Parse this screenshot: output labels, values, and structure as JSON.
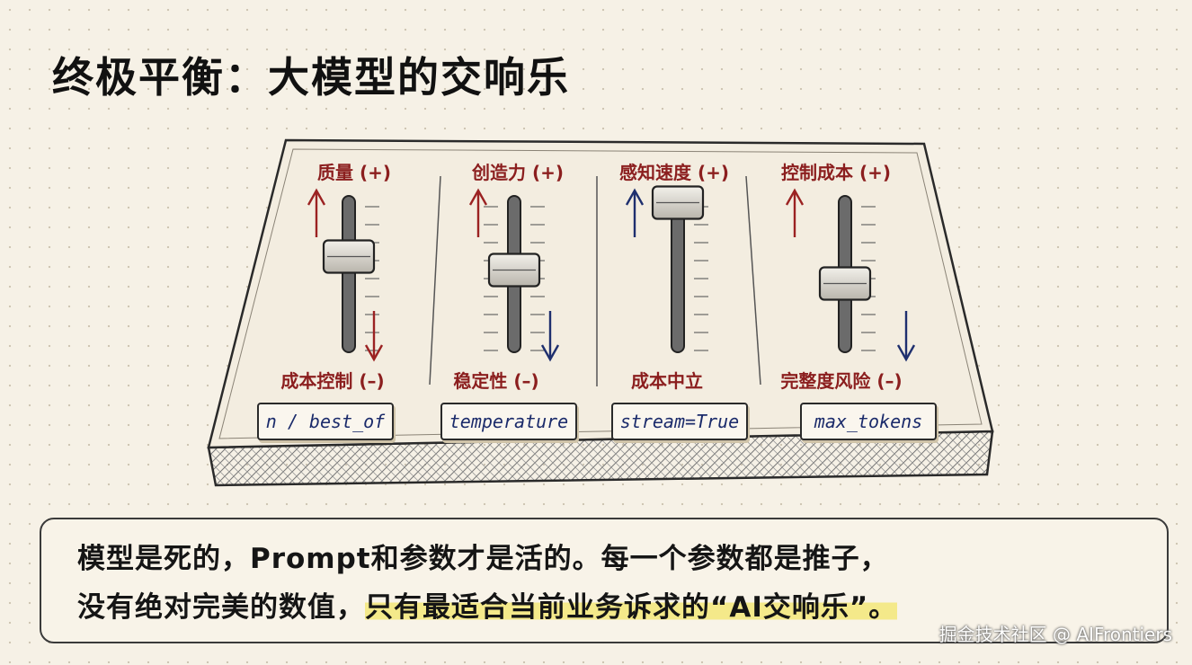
{
  "title": "终极平衡：大模型的交响乐",
  "sliders": [
    {
      "top_label": "质量 (+)",
      "bottom_label": "成本控制 (–)",
      "param": "n / best_of",
      "level": 0.55
    },
    {
      "top_label": "创造力 (+)",
      "bottom_label": "稳定性 (–)",
      "param": "temperature",
      "level": 0.45
    },
    {
      "top_label": "感知速度 (+)",
      "bottom_label": "成本中立",
      "param": "stream=True",
      "level": 0.95
    },
    {
      "top_label": "控制成本 (+)",
      "bottom_label": "完整度风险 (–)",
      "param": "max_tokens",
      "level": 0.35
    }
  ],
  "note": {
    "line1": "模型是死的，Prompt和参数才是活的。每一个参数都是推子，",
    "line2_plain": "没有绝对完美的数值，",
    "line2_highlight": "只有最适合当前业务诉求的“AI交响乐”。"
  },
  "watermark": "掘金技术社区 @ AIFrontiers",
  "colors": {
    "up_arrow": "#9b2222",
    "down_arrow": "#1e2f6e",
    "label": "#8b1e1e",
    "param_text": "#1a2a6a"
  }
}
